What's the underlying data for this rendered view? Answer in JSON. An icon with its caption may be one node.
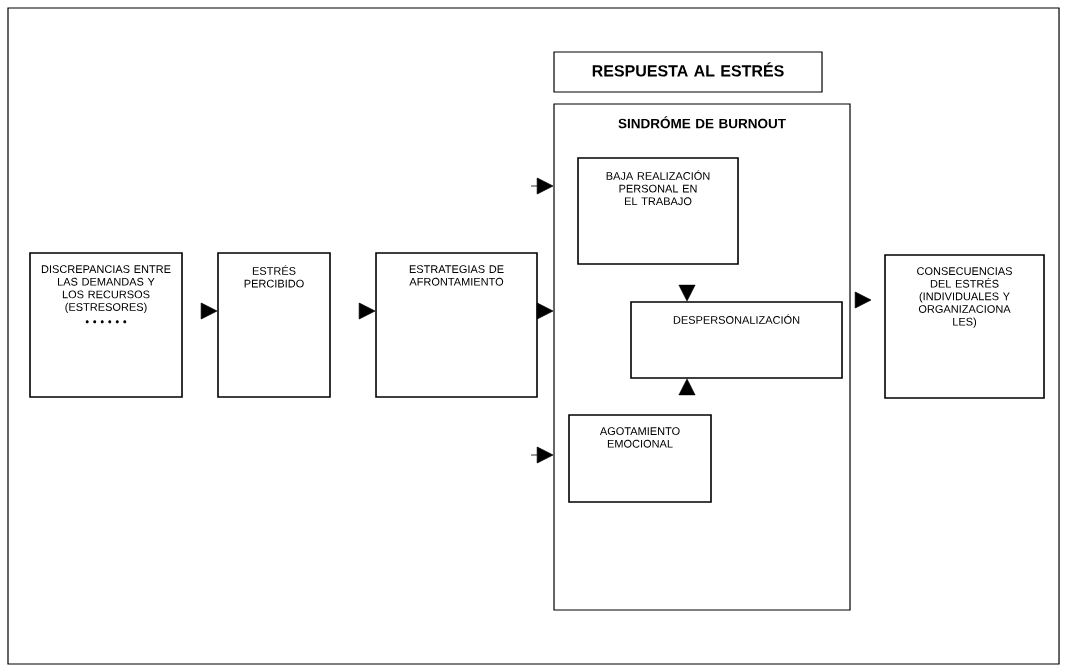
{
  "diagram": {
    "nodes": [
      {
        "text": [
          "DISCREPANCIAS ENTRE LAS DEMANDAS Y LOS RECURSOS (ESTRESORES)",
          "• • • • • •"
        ]
      },
      {
        "text": [
          "ESTRÉS PERCIBIDO"
        ]
      },
      {
        "text": [
          "ESTRATEGIAS DE AFRONTAMIENTO"
        ]
      },
      {
        "text": [
          "RESPUESTA AL ESTRÉS"
        ]
      },
      {
        "text": [
          "SINDRÓME DE BURNOUT"
        ]
      },
      {
        "text": [
          "BAJA REALIZACIÓN PERSONAL EN EL TRABAJO"
        ],
        "in": 4
      },
      {
        "text": [
          "DESPERSONALIZACIÓN"
        ],
        "in": 4
      },
      {
        "text": [
          "AGOTAMIENTO EMOCIONAL"
        ],
        "in": 4
      },
      {
        "text": [
          "CONSECUENCIAS DEL ESTRÉS (INDIVIDUALES Y ORGANIZACIONA LES)"
        ]
      }
    ],
    "edges": [
      {
        "from": 0,
        "to": 1,
        "arrow": "to"
      },
      {
        "from": 1,
        "to": 2,
        "arrow": "to"
      },
      {
        "from": 2,
        "to": 4,
        "arrow": "to"
      },
      {
        "from": null,
        "to": 4,
        "arrow": "to"
      },
      {
        "from": null,
        "to": 4,
        "arrow": "to"
      },
      {
        "from": 5,
        "to": 6,
        "arrow": "to"
      },
      {
        "from": 7,
        "to": 6,
        "arrow": "to"
      },
      {
        "from": 4,
        "to": 8,
        "arrow": "to"
      }
    ]
  }
}
